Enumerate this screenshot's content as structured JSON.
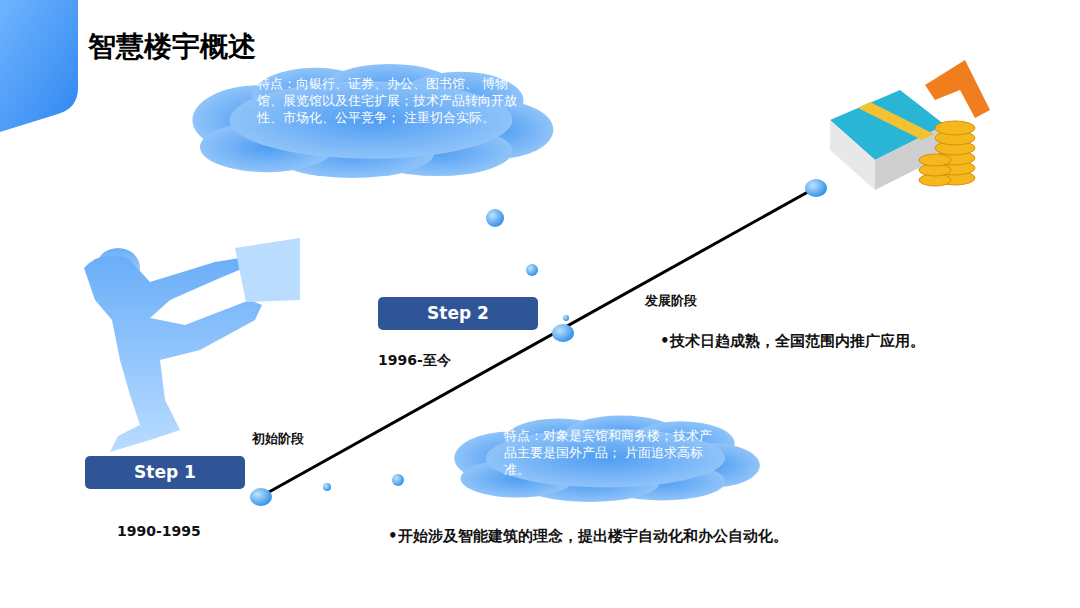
{
  "diagram": {
    "title": "智慧楼宇概述",
    "nodes": [
      {
        "text": [
          "特点：向银行、证券、办公、图书馆、 博物馆、展览馆以及住宅扩展；技术产品转向开放性、市场化、公平竞争； 注重切合实际。"
        ]
      },
      {
        "text": [
          "Step 2"
        ]
      },
      {
        "text": [
          "特点：对象是宾馆和商务楼；技术产品主要是国外产品； 片面追求高标准。"
        ]
      },
      {
        "text": [
          "Step 1"
        ]
      }
    ],
    "labels": [
      "发展阶段",
      "1996-至今",
      "•技术日趋成熟，全国范围内推广应用。",
      "初始阶段",
      "1990-1995",
      "•开始涉及智能建筑的理念，提出楼宇自动化和办公自动化。"
    ]
  }
}
